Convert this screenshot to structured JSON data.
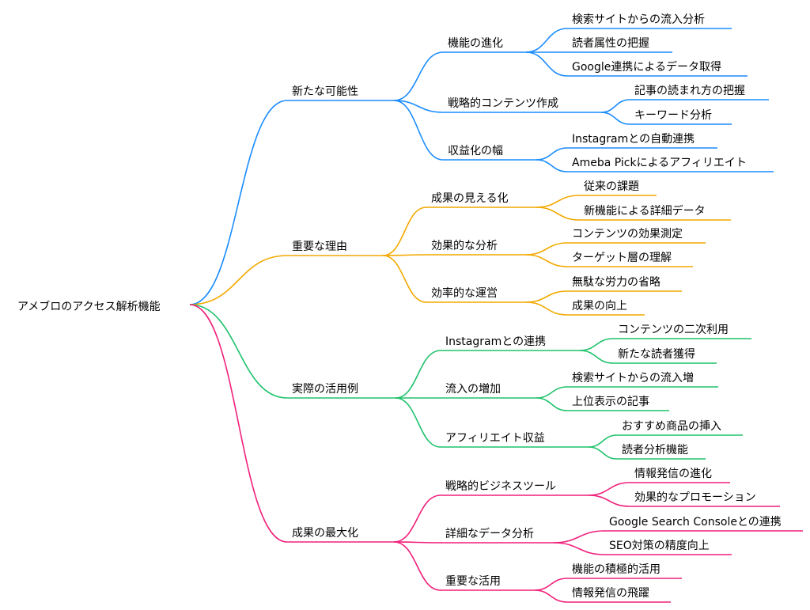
{
  "root": {
    "label": "アメブロのアクセス解析機能"
  },
  "branches": [
    {
      "label": "新たな可能性",
      "color": "#1a8cff",
      "children": [
        {
          "label": "機能の進化",
          "leaves": [
            "検索サイトからの流入分析",
            "読者属性の把握",
            "Google連携によるデータ取得"
          ]
        },
        {
          "label": "戦略的コンテンツ作成",
          "leaves": [
            "記事の読まれ方の把握",
            "キーワード分析"
          ]
        },
        {
          "label": "収益化の幅",
          "leaves": [
            "Instagramとの自動連携",
            "Ameba Pickによるアフィリエイト"
          ]
        }
      ]
    },
    {
      "label": "重要な理由",
      "color": "#f2a900",
      "children": [
        {
          "label": "成果の見える化",
          "leaves": [
            "従来の課題",
            "新機能による詳細データ"
          ]
        },
        {
          "label": "効果的な分析",
          "leaves": [
            "コンテンツの効果測定",
            "ターゲット層の理解"
          ]
        },
        {
          "label": "効率的な運営",
          "leaves": [
            "無駄な労力の省略",
            "成果の向上"
          ]
        }
      ]
    },
    {
      "label": "実際の活用例",
      "color": "#1ec26b",
      "children": [
        {
          "label": "Instagramとの連携",
          "leaves": [
            "コンテンツの二次利用",
            "新たな読者獲得"
          ]
        },
        {
          "label": "流入の増加",
          "leaves": [
            "検索サイトからの流入増",
            "上位表示の記事"
          ]
        },
        {
          "label": "アフィリエイト収益",
          "leaves": [
            "おすすめ商品の挿入",
            "読者分析機能"
          ]
        }
      ]
    },
    {
      "label": "成果の最大化",
      "color": "#f0207a",
      "children": [
        {
          "label": "戦略的ビジネスツール",
          "leaves": [
            "情報発信の進化",
            "効果的なプロモーション"
          ]
        },
        {
          "label": "詳細なデータ分析",
          "leaves": [
            "Google Search Consoleとの連携",
            "SEO対策の精度向上"
          ]
        },
        {
          "label": "重要な活用",
          "leaves": [
            "機能の積極的活用",
            "情報発信の飛躍"
          ]
        }
      ]
    }
  ]
}
